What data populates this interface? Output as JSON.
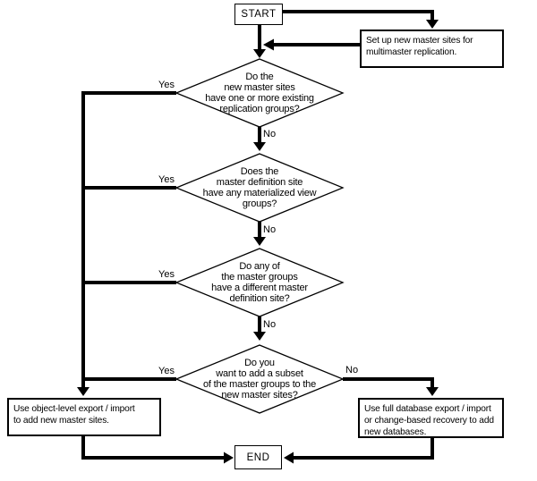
{
  "diagram": {
    "title_hint": "Multimaster replication setup decision flowchart",
    "start": {
      "label": "START"
    },
    "end": {
      "label": "END"
    },
    "setup_box": {
      "lines": [
        "Set up new master sites for",
        "multimaster replication."
      ]
    },
    "decisions": [
      {
        "lines": [
          "Do the",
          "new master sites",
          "have one or more existing",
          "replication groups?"
        ],
        "yes_label": "Yes",
        "no_label": "No"
      },
      {
        "lines": [
          "Does the",
          "master definition site",
          "have any materialized view",
          "groups?"
        ],
        "yes_label": "Yes",
        "no_label": "No"
      },
      {
        "lines": [
          "Do any of",
          "the master groups",
          "have a different master",
          "definition site?"
        ],
        "yes_label": "Yes",
        "no_label": "No"
      },
      {
        "lines": [
          "Do you",
          "want to add a subset",
          "of the master groups to the",
          "new master sites?"
        ],
        "yes_label": "Yes",
        "no_label": "No"
      }
    ],
    "outcome_left": {
      "lines": [
        "Use object-level export / import",
        "to add new master sites."
      ]
    },
    "outcome_right": {
      "lines": [
        "Use full database export / import",
        "or change-based recovery to add",
        "new databases."
      ]
    },
    "colors": {
      "line": "#000000",
      "background": "#ffffff",
      "shape_fill": "#ffffff"
    }
  }
}
